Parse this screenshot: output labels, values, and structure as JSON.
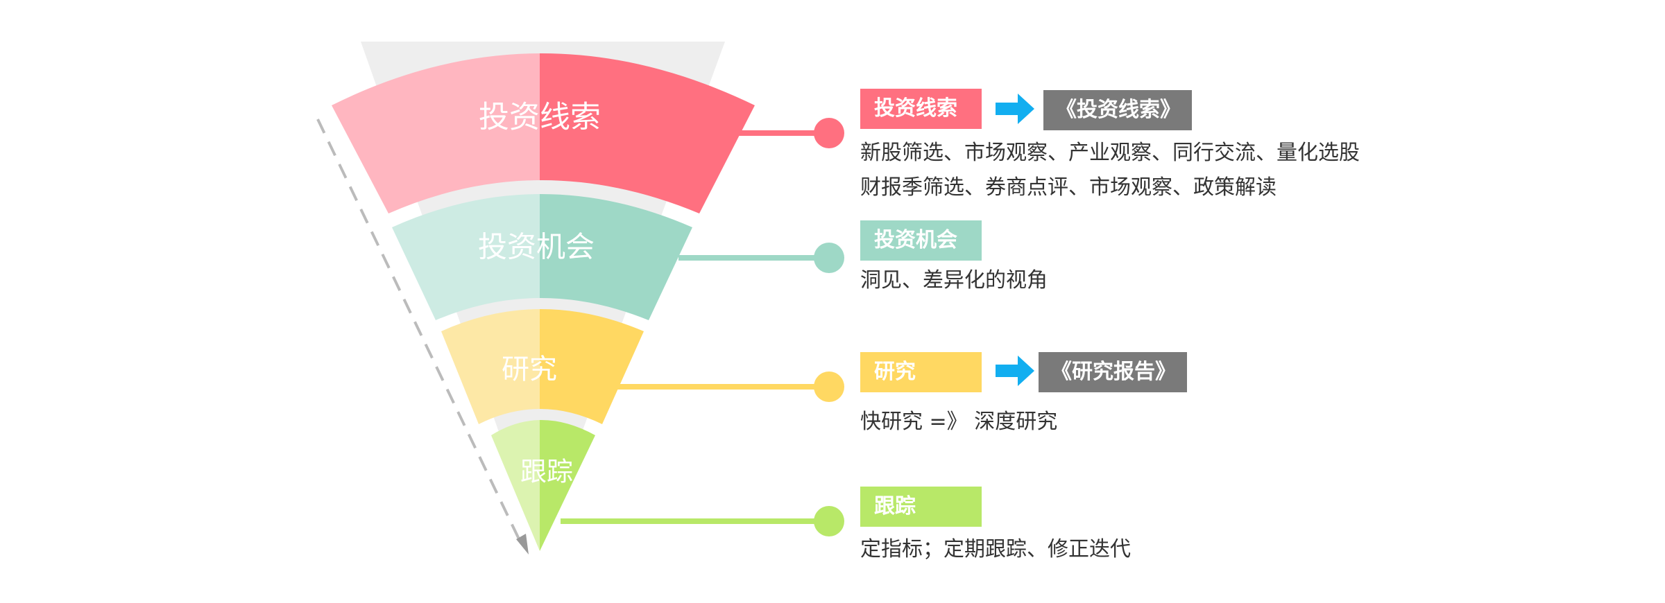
{
  "colors": {
    "accent_light": [
      "#ffb6c0",
      "#cdebe3",
      "#fde8a6",
      "#dcf3b0"
    ],
    "accent_dark": [
      "#ff7080",
      "#9ed8c6",
      "#ffd862",
      "#b8e868"
    ],
    "output_bg": "#7a7a7a",
    "arrow": "#12aef0",
    "funnel_bg": "#eeeeee",
    "dashed_arrow": "#bbbbbb"
  },
  "stages": [
    {
      "name": "投资线索",
      "tag": "投资线索",
      "output": "《投资线索》",
      "desc_lines": [
        "新股筛选、市场观察、产业观察、同行交流、量化选股",
        "财报季筛选、券商点评、市场观察、政策解读"
      ]
    },
    {
      "name": "投资机会",
      "tag": "投资机会",
      "output": "",
      "desc_lines": [
        "洞见、差异化的视角"
      ]
    },
    {
      "name": "研究",
      "tag": "研究",
      "output": "《研究报告》",
      "desc_lines": [
        "快研究 =》 深度研究"
      ]
    },
    {
      "name": "跟踪",
      "tag": "跟踪",
      "output": "",
      "desc_lines": [
        "定指标；定期跟踪、修正迭代"
      ]
    }
  ],
  "icons": {
    "output_arrow": "right-arrow-icon",
    "flow_arrow": "dashed-down-arrow-icon"
  }
}
